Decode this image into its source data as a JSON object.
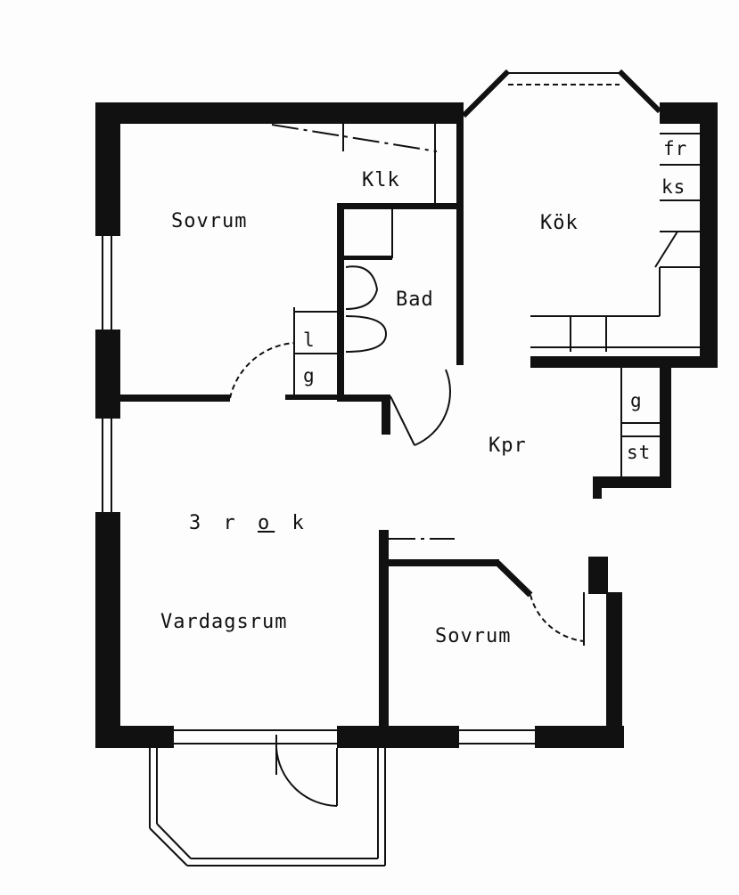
{
  "plan": {
    "summary_parts": [
      "3 r",
      "o",
      " k"
    ],
    "rooms": {
      "bedroom_1": "Sovrum",
      "closet": "Klk",
      "kitchen": "Kök",
      "bathroom": "Bad",
      "hall": "Kpr",
      "living_room": "Vardagsrum",
      "bedroom_2": "Sovrum"
    },
    "fixtures": {
      "fridge": "fr",
      "freezer": "ks",
      "linen": "l",
      "wardrobe_bath": "g",
      "wardrobe_hall": "g",
      "cleaning_cabinet": "st"
    }
  },
  "colors": {
    "wall": "#111111",
    "background": "#fdfdfd"
  }
}
